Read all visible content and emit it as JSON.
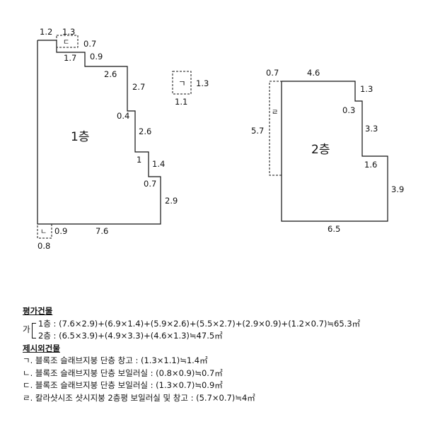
{
  "diagram": {
    "floor1_label": "1층",
    "floor2_label": "2층",
    "floor1_dims": {
      "top_left": "1.2",
      "notch_width": "1.3",
      "notch_height": "0.7",
      "step1_width": "1.7",
      "step1_height": "0.9",
      "step2_width": "2.6",
      "step2_height": "2.7",
      "step3_width": "0.4",
      "step3_height": "2.6",
      "step4_width": "1",
      "step4_height": "1.4",
      "step5_width": "0.7",
      "right_height": "2.9",
      "bottom_right": "7.6",
      "bottom_left": "0.9",
      "left_bottom": "0.8"
    },
    "annex_box": {
      "symbol": "ㄱ",
      "height": "1.3",
      "width": "1.1"
    },
    "corner_symbols": {
      "top": "ㄷ",
      "bottom": "ㄴ",
      "floor2": "ㄹ"
    },
    "floor2_dims": {
      "left_offset": "0.7",
      "top": "4.6",
      "right_top": "1.3",
      "step_width": "0.3",
      "step_height": "3.3",
      "step2_width": "1.6",
      "right_height": "3.9",
      "bottom": "6.5",
      "left_height": "5.7"
    }
  },
  "notes": {
    "heading_eval": "평가건물",
    "ga": "가",
    "floor1_calc": "1층 : (7.6×2.9)+(6.9×1.4)+(5.9×2.6)+(5.5×2.7)+(2.9×0.9)+(1.2×0.7)≒65.3㎡",
    "floor2_calc": "2층 : (6.5×3.9)+(4.9×3.3)+(4.6×1.3)≒47.5㎡",
    "heading_excluded": "제시외건물",
    "items": [
      "ㄱ. 블록조 슬래브지붕 단층 창고 : (1.3×1.1)≒1.4㎡",
      "ㄴ. 블록조 슬래브지붕 단층 보일러실 : (0.8×0.9)≒0.7㎡",
      "ㄷ. 블록조 슬래브지붕 단층 보일러실 : (1.3×0.7)≒0.9㎡",
      "ㄹ. 칼라샷시조 샷시지붕 2층평 보일러실 및 창고 : (5.7×0.7)≒4㎡"
    ]
  }
}
